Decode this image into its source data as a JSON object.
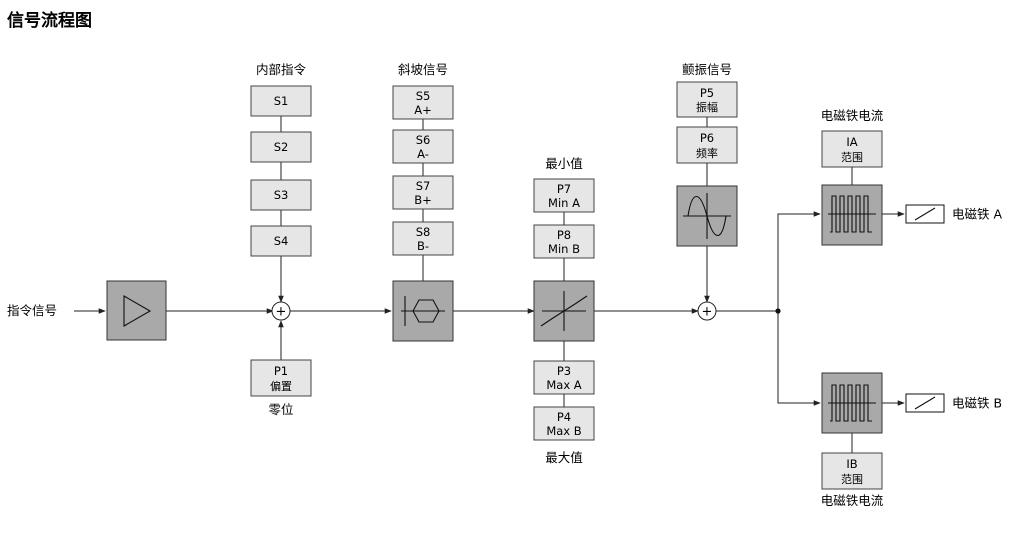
{
  "title": "信号流程图",
  "input_label": "指令信号",
  "groups": {
    "internal": "内部指令",
    "ramp": "斜坡信号",
    "min": "最小值",
    "dither": "颤振信号",
    "coil_top": "电磁铁电流",
    "coil_bottom": "电磁铁电流",
    "offset": "零位",
    "max": "最大值"
  },
  "blocks": {
    "s1": [
      "S1"
    ],
    "s2": [
      "S2"
    ],
    "s3": [
      "S3"
    ],
    "s4": [
      "S4"
    ],
    "p1": [
      "P1",
      "偏置"
    ],
    "s5": [
      "S5",
      "A+"
    ],
    "s6": [
      "S6",
      "A-"
    ],
    "s7": [
      "S7",
      "B+"
    ],
    "s8": [
      "S8",
      "B-"
    ],
    "p7": [
      "P7",
      "Min A"
    ],
    "p8": [
      "P8",
      "Min B"
    ],
    "p3": [
      "P3",
      "Max A"
    ],
    "p4": [
      "P4",
      "Max B"
    ],
    "p5": [
      "P5",
      "振幅"
    ],
    "p6": [
      "P6",
      "频率"
    ],
    "ia": [
      "IA",
      "范围"
    ],
    "ib": [
      "IB",
      "范围"
    ]
  },
  "outputs": {
    "a": "电磁铁 A",
    "b": "电磁铁 B"
  },
  "sum_symbol": "+"
}
